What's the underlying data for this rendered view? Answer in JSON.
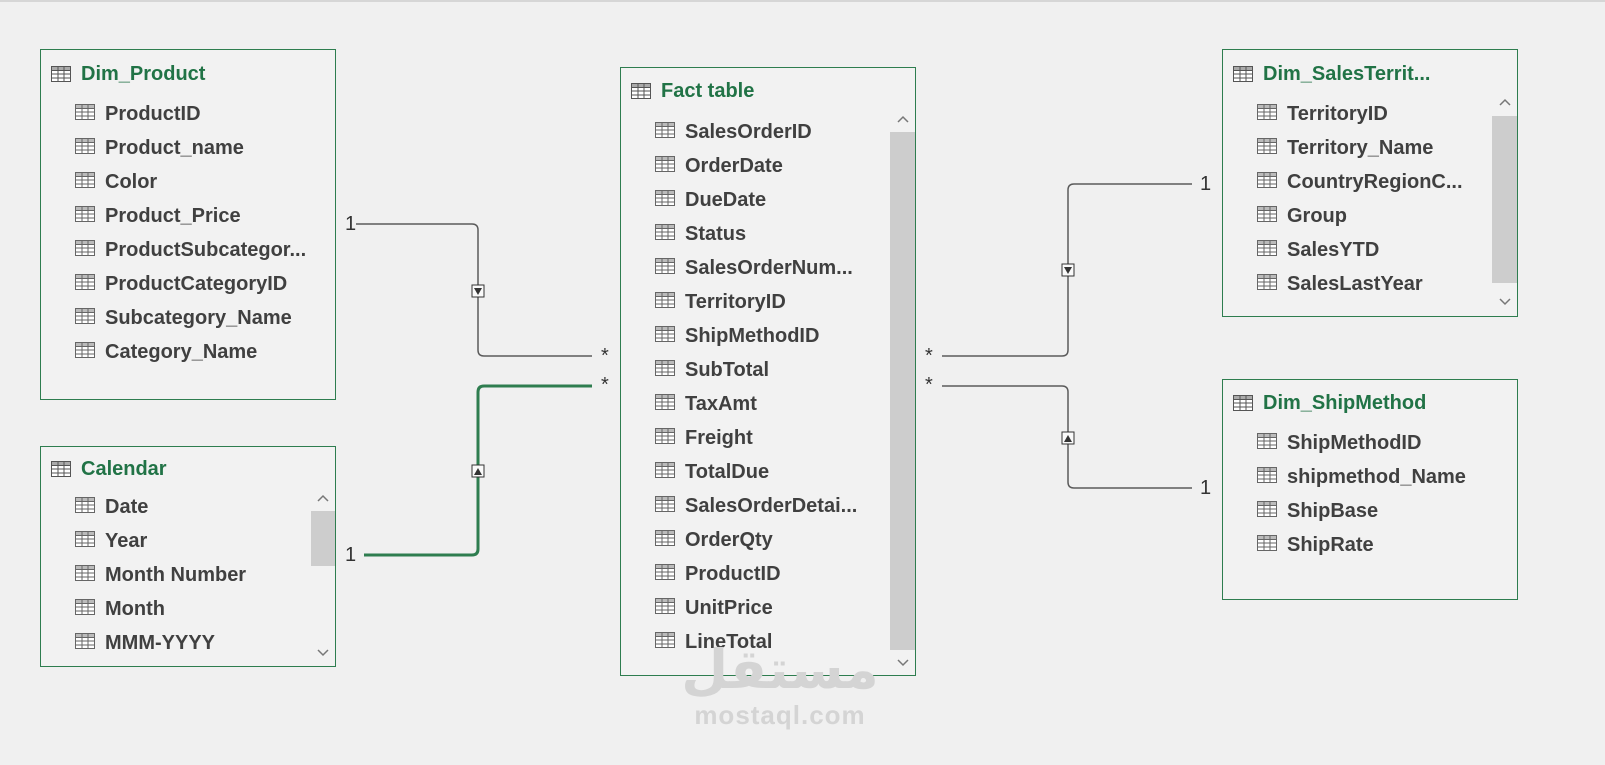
{
  "tables": {
    "dim_product": {
      "title": "Dim_Product",
      "fields": [
        "ProductID",
        "Product_name",
        "Color",
        "Product_Price",
        "ProductSubcategor...",
        "ProductCategoryID",
        "Subcategory_Name",
        "Category_Name"
      ]
    },
    "calendar": {
      "title": "Calendar",
      "fields": [
        "Date",
        "Year",
        "Month Number",
        "Month",
        "MMM-YYYY"
      ]
    },
    "fact": {
      "title": "Fact table",
      "fields": [
        "SalesOrderID",
        "OrderDate",
        "DueDate",
        "Status",
        "SalesOrderNum...",
        "TerritoryID",
        "ShipMethodID",
        "SubTotal",
        "TaxAmt",
        "Freight",
        "TotalDue",
        "SalesOrderDetai...",
        "OrderQty",
        "ProductID",
        "UnitPrice",
        "LineTotal"
      ]
    },
    "territory": {
      "title": "Dim_SalesTerrit...",
      "fields": [
        "TerritoryID",
        "Territory_Name",
        "CountryRegionC...",
        "Group",
        "SalesYTD",
        "SalesLastYear"
      ]
    },
    "shipmethod": {
      "title": "Dim_ShipMethod",
      "fields": [
        "ShipMethodID",
        "shipmethod_Name",
        "ShipBase",
        "ShipRate"
      ]
    }
  },
  "relationships": {
    "product_fact": {
      "one": "1",
      "many": "*"
    },
    "calendar_fact": {
      "one": "1",
      "many": "*",
      "highlighted": true
    },
    "territory_fact": {
      "one": "1",
      "many": "*"
    },
    "shipmethod_fact": {
      "one": "1",
      "many": "*"
    }
  },
  "watermark": {
    "arabic": "مستقل",
    "latin": "mostaql.com"
  },
  "colors": {
    "accent": "#217346",
    "line": "#5a5a5a",
    "highlight": "#2e7d4f",
    "background": "#f0f0f0"
  }
}
